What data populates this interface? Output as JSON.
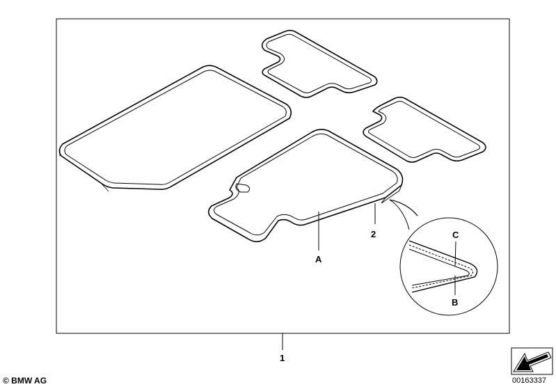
{
  "labels": {
    "part_1": "1",
    "part_2": "2",
    "callout_a": "A",
    "callout_b": "B",
    "callout_c": "C"
  },
  "footer": {
    "copyright": "© BMW AG",
    "document_number": "00163337"
  },
  "icons": {
    "orientation": "arrow-icon"
  }
}
